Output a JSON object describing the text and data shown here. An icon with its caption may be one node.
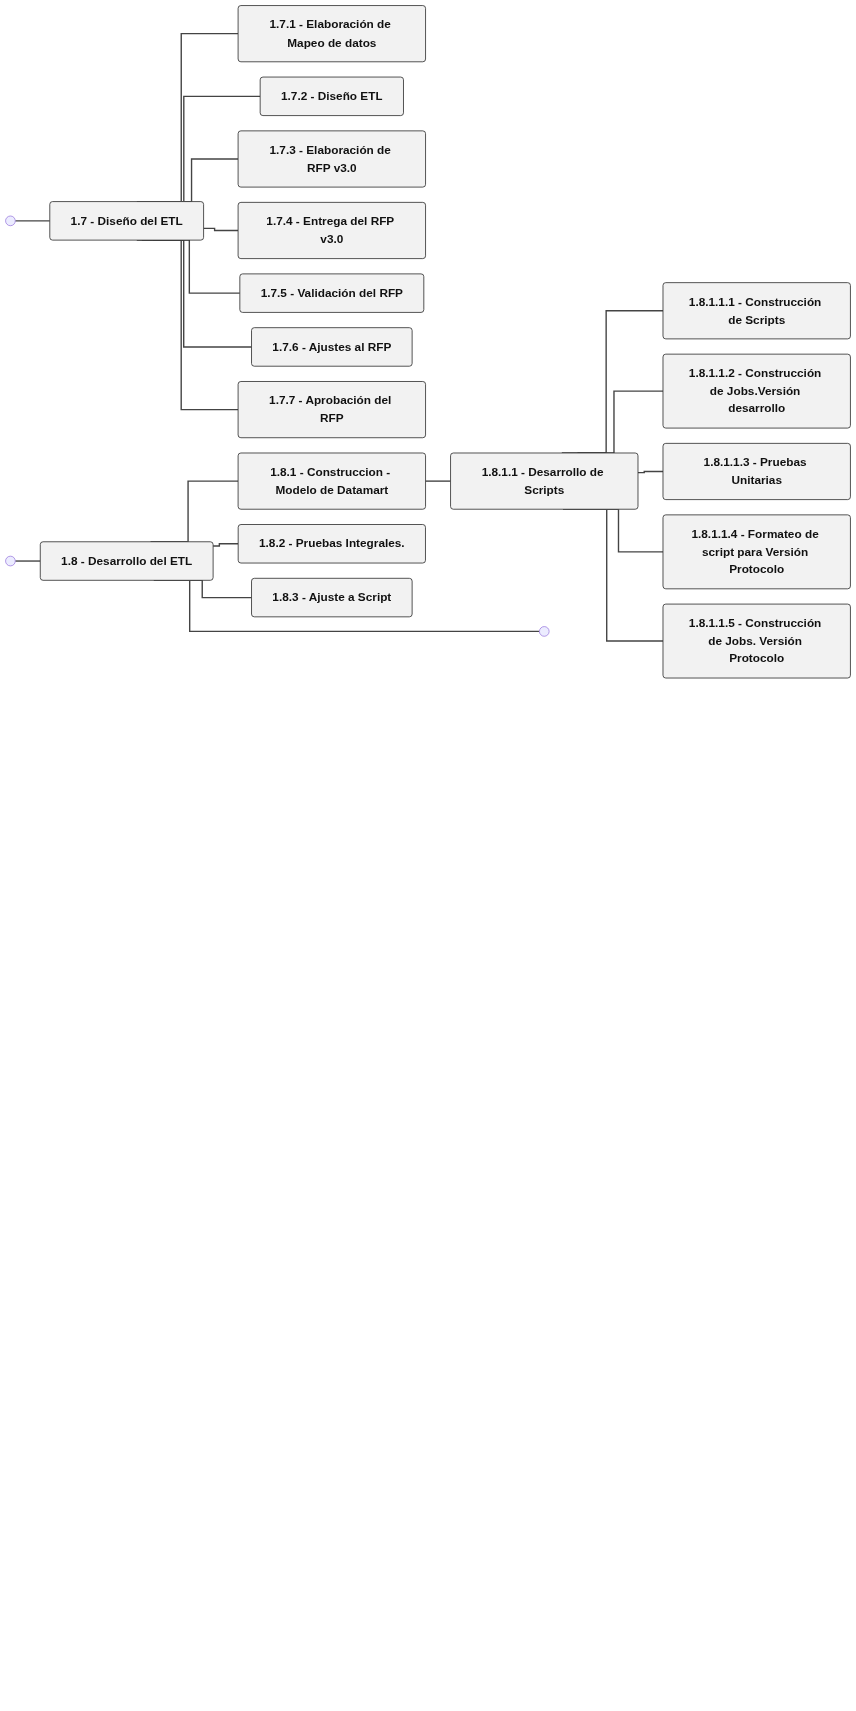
{
  "diagram": {
    "nodes": [
      {
        "text": [
          "1.7 - Diseño del ETL"
        ]
      },
      {
        "text": [
          "1.7.1 - Elaboración de Mapeo de datos"
        ]
      },
      {
        "text": [
          "1.7.2 - Diseño ETL"
        ]
      },
      {
        "text": [
          "1.7.3 - Elaboración de RFP v3.0"
        ]
      },
      {
        "text": [
          "1.7.4 - Entrega del RFP v3.0"
        ]
      },
      {
        "text": [
          "1.7.5 - Validación del RFP"
        ]
      },
      {
        "text": [
          "1.7.6 - Ajustes al RFP"
        ]
      },
      {
        "text": [
          "1.7.7 - Aprobación del RFP"
        ]
      },
      {
        "text": [
          "1.8 - Desarrollo del ETL"
        ]
      },
      {
        "text": [
          "1.8.1 - Construccion - Modelo de Datamart"
        ]
      },
      {
        "text": [
          "1.8.1.1 - Desarrollo de Scripts"
        ]
      },
      {
        "text": [
          "1.8.1.1.1 - Construcción de Scripts"
        ]
      },
      {
        "text": [
          "1.8.1.1.2 - Construcción de Jobs.Versión desarrollo"
        ]
      },
      {
        "text": [
          "1.8.1.1.3 - Pruebas Unitarias"
        ]
      },
      {
        "text": [
          "1.8.1.1.4 - Formateo de script para Versión Protocolo"
        ]
      },
      {
        "text": [
          "1.8.1.1.5 - Construcción de Jobs. Versión Protocolo"
        ]
      },
      {
        "text": [
          "1.8.2 - Pruebas Integrales."
        ]
      },
      {
        "text": [
          "1.8.3 - Ajuste a Script"
        ]
      }
    ],
    "edges": [
      {
        "from": null,
        "to": 0,
        "arrow": "none"
      },
      {
        "from": 0,
        "to": 1,
        "arrow": "none"
      },
      {
        "from": 0,
        "to": 2,
        "arrow": "none"
      },
      {
        "from": 0,
        "to": 3,
        "arrow": "none"
      },
      {
        "from": 0,
        "to": 4,
        "arrow": "none"
      },
      {
        "from": 0,
        "to": 5,
        "arrow": "none"
      },
      {
        "from": 0,
        "to": 6,
        "arrow": "none"
      },
      {
        "from": 0,
        "to": 7,
        "arrow": "none"
      },
      {
        "from": null,
        "to": 8,
        "arrow": "none"
      },
      {
        "from": 8,
        "to": 9,
        "arrow": "none"
      },
      {
        "from": 9,
        "to": 10,
        "arrow": "none"
      },
      {
        "from": 10,
        "to": 11,
        "arrow": "none"
      },
      {
        "from": 10,
        "to": 12,
        "arrow": "none"
      },
      {
        "from": 10,
        "to": 13,
        "arrow": "none"
      },
      {
        "from": 10,
        "to": 14,
        "arrow": "none"
      },
      {
        "from": 10,
        "to": 15,
        "arrow": "none"
      },
      {
        "from": 8,
        "to": 16,
        "arrow": "none"
      },
      {
        "from": 8,
        "to": 17,
        "arrow": "none"
      },
      {
        "from": 8,
        "to": null,
        "arrow": "none"
      }
    ]
  }
}
